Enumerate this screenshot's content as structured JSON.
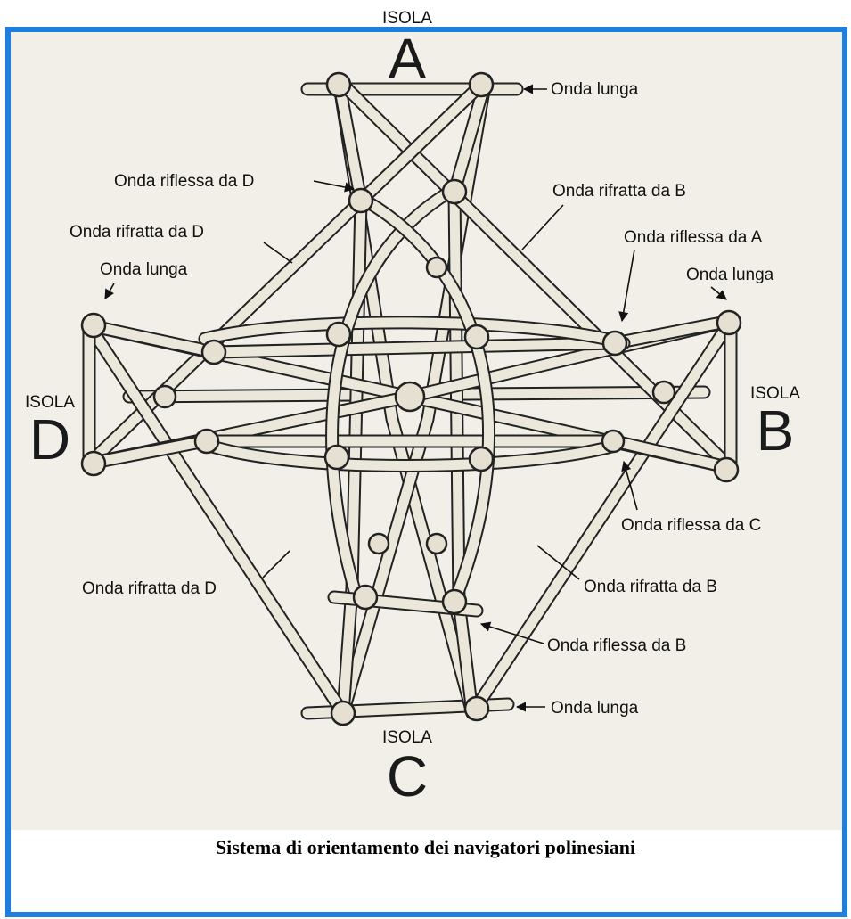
{
  "islands": {
    "A": {
      "isola": "ISOLA",
      "letter": "A"
    },
    "B": {
      "isola": "ISOLA",
      "letter": "B"
    },
    "C": {
      "isola": "ISOLA",
      "letter": "C"
    },
    "D": {
      "isola": "ISOLA",
      "letter": "D"
    }
  },
  "labels": {
    "onda_lunga_a": "Onda lunga",
    "riflessa_da_d": "Onda riflessa da D",
    "rifratta_da_b_top": "Onda rifratta da B",
    "rifratta_da_d_top": "Onda rifratta da  D",
    "riflessa_da_a": "Onda riflessa da A",
    "onda_lunga_d": "Onda lunga",
    "onda_lunga_b": "Onda lunga",
    "riflessa_da_c": "Onda riflessa da C",
    "rifratta_da_d_bottom": "Onda rifratta da D",
    "rifratta_da_b_bottom": "Onda rifratta da B",
    "riflessa_da_b": "Onda riflessa da B",
    "onda_lunga_c": "Onda lunga"
  },
  "caption": "Sistema di orientamento dei navigatori polinesiani",
  "colors": {
    "frame": "#1e7fe0",
    "paper": "#f2efe8",
    "stick": "#ebe6da",
    "ink": "#222222"
  }
}
